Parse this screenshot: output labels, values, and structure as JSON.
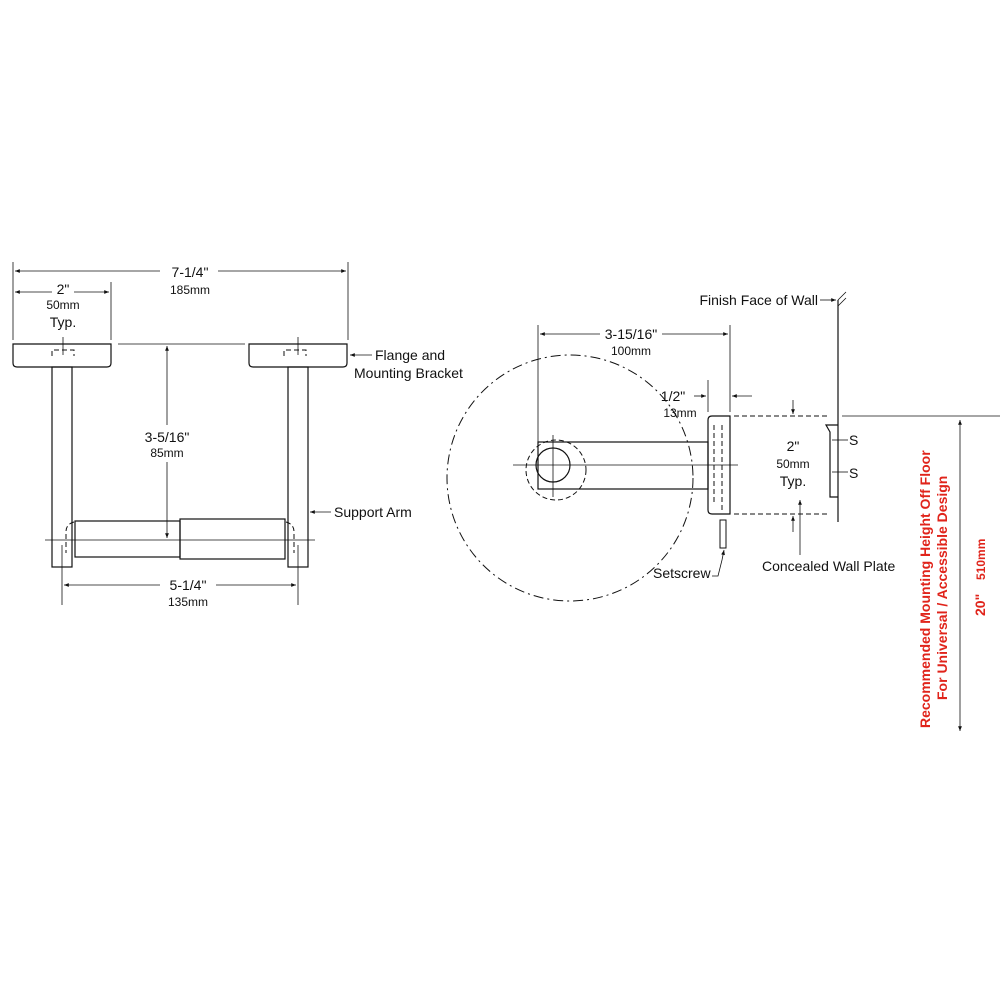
{
  "front_view": {
    "overall_width": {
      "imperial": "7-1/4\"",
      "metric": "185mm"
    },
    "flange_width": {
      "imperial": "2\"",
      "metric": "50mm",
      "note": "Typ."
    },
    "projection": {
      "imperial": "3-5/16\"",
      "metric": "85mm"
    },
    "arm_spacing": {
      "imperial": "5-1/4\"",
      "metric": "135mm"
    },
    "callouts": {
      "flange_line1": "Flange and",
      "flange_line2": "Mounting Bracket",
      "support_arm": "Support Arm"
    }
  },
  "side_view": {
    "depth": {
      "imperial": "3-15/16\"",
      "metric": "100mm"
    },
    "flange_thickness": {
      "imperial": "1/2\"",
      "metric": "13mm"
    },
    "flange_height": {
      "imperial": "2\"",
      "metric": "50mm",
      "note": "Typ."
    },
    "callouts": {
      "finish_face": "Finish Face of Wall",
      "setscrew": "Setscrew",
      "wall_plate": "Concealed Wall Plate",
      "screw_mark": "S"
    }
  },
  "mounting": {
    "line1": "Recommended Mounting Height Off Floor",
    "line2": "For Universal / Accessible Design",
    "imperial": "20\"",
    "metric": "510mm",
    "color": "#e0241b"
  }
}
